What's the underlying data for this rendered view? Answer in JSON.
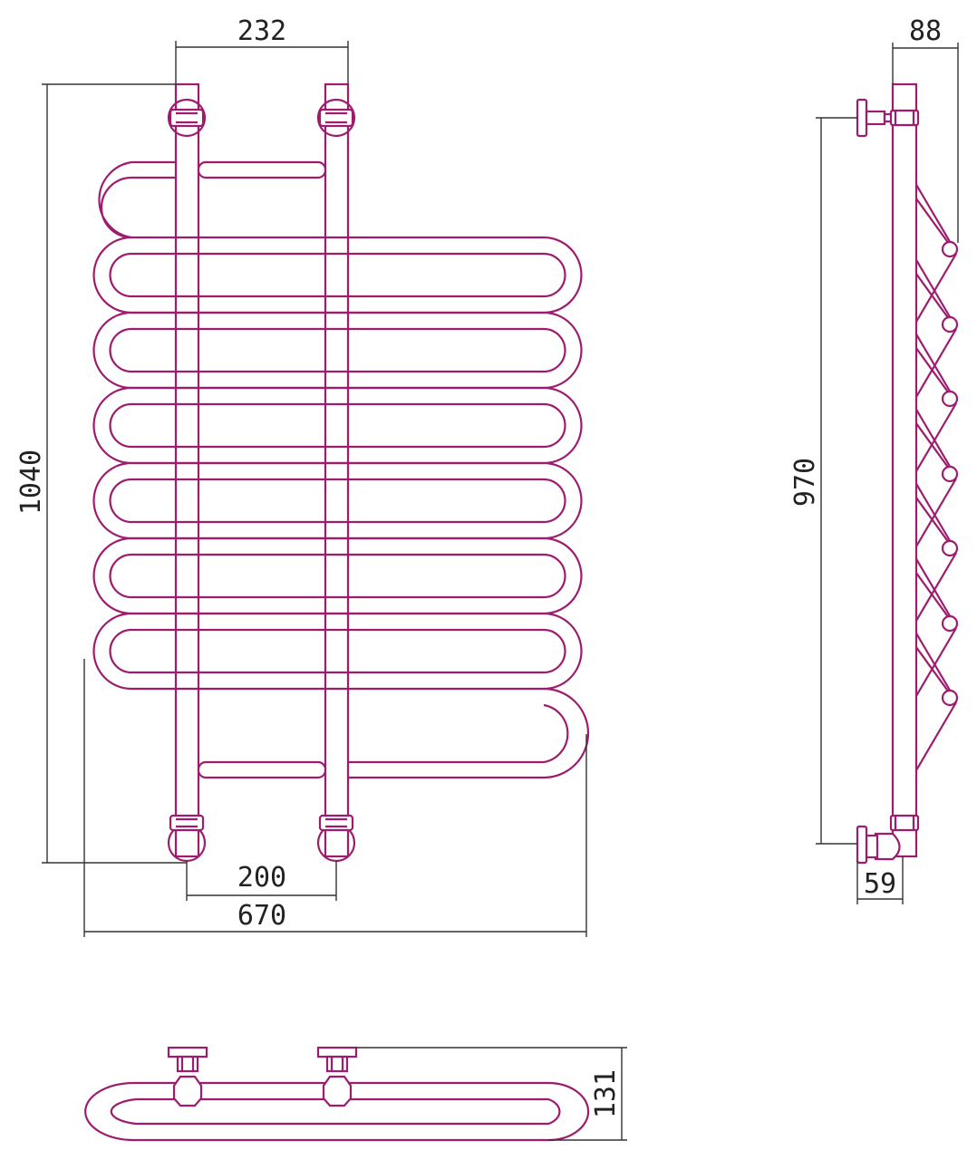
{
  "colors": {
    "outline": "#9e1c6e",
    "dimension_line": "#333333",
    "dimension_text": "#222222",
    "background": "#ffffff"
  },
  "dimensions": {
    "collector_spacing": "232",
    "overall_height": "1040",
    "inlet_spacing": "200",
    "overall_width": "670",
    "side_depth": "88",
    "side_height": "970",
    "valve_offset": "59",
    "top_depth": "131"
  }
}
